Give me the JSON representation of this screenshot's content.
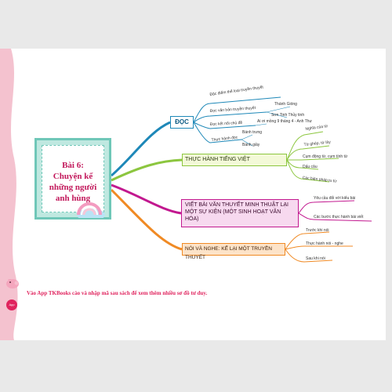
{
  "lesson": {
    "title": "Bài 6:\nChuyện kể\nnhững người\nanh hùng"
  },
  "branches": {
    "doc": {
      "label": "ĐỌC",
      "items": [
        {
          "label": "Đặc điểm thể loại truyền thuyết"
        },
        {
          "label": "Đọc văn bản truyền thuyết",
          "subs": [
            "Thánh Gióng",
            "Sơn Tinh Thủy tinh"
          ]
        },
        {
          "label": "Đọc kết nối chủ đề",
          "subs": [
            "Ai ơi mồng 9 tháng 4 - Anh Thư"
          ]
        },
        {
          "label": "Thực hành đọc",
          "subs": [
            "Bánh trưng",
            "Bánh giầy"
          ]
        }
      ]
    },
    "tieng_viet": {
      "label": "THỰC HÀNH TIẾNG VIỆT",
      "items": [
        "Nghĩa của từ",
        "Từ ghép, từ láy",
        "Cụm động từ, cụm tính từ",
        "Dấu câu",
        "Các biện pháp tu từ"
      ]
    },
    "viet": {
      "label": "VIẾT BÀI VĂN THUYẾT MINH THUẬT LẠI MỘT SỰ KIỆN (MỘT SINH HOẠT VĂN HÓA)",
      "items": [
        "Yêu cầu đối với kiểu bài",
        "Các bước thực hành bài viết"
      ]
    },
    "noi_nghe": {
      "label": "NÓI VÀ NGHE: KỂ LẠI MỘT TRUYỀN THUYẾT",
      "items": [
        "Trước khi nói",
        "Thực hành nói - nghe",
        "Sau khi nói"
      ]
    }
  },
  "footer": {
    "note": "Vào App TKBooks cào và nhập mã sau sách để xem thêm nhiều sơ đồ tư duy.",
    "page_badge": "App"
  },
  "colors": {
    "doc": "#1e88b8",
    "tieng_viet": "#8cc63f",
    "viet": "#c2188f",
    "noi_nghe": "#f08a24",
    "accent": "#e0245e"
  }
}
